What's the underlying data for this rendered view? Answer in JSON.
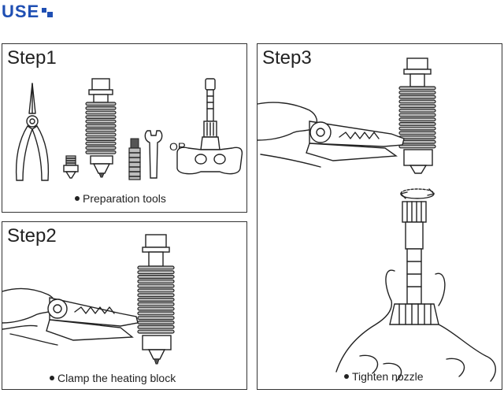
{
  "brand": {
    "text": "USE"
  },
  "steps": [
    {
      "title": "Step1",
      "caption": "Preparation tools",
      "or_label": "OR"
    },
    {
      "title": "Step2",
      "caption": "Clamp the heating block"
    },
    {
      "title": "Step3",
      "caption": "Tighten nozzle"
    }
  ]
}
